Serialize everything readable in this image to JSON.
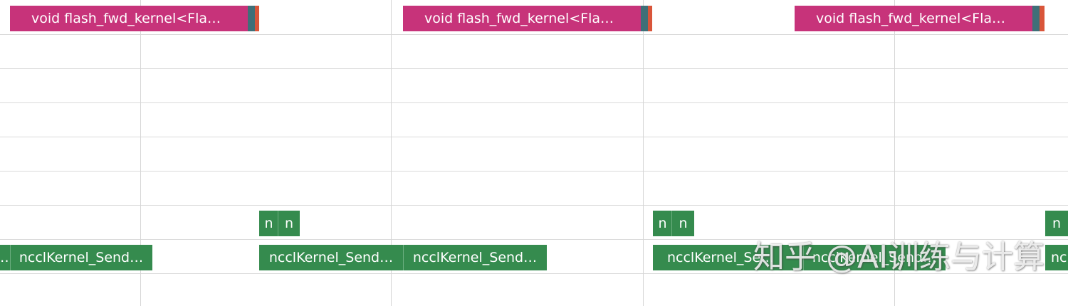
{
  "flash_row": {
    "color": "#c7337a",
    "slices": [
      {
        "label": "void flash_fwd_kernel<Flas…"
      },
      {
        "label": "void flash_fwd_kernel<Flas…"
      },
      {
        "label": "void flash_fwd_kernel<Flas…"
      }
    ]
  },
  "small_row": {
    "color": "#358b4e",
    "slices": [
      {
        "label": "n"
      },
      {
        "label": "n"
      },
      {
        "label": "n"
      },
      {
        "label": "n"
      },
      {
        "label": "n"
      }
    ]
  },
  "nccl_row": {
    "color": "#358b4e",
    "slices": [
      {
        "label": "…"
      },
      {
        "label": "ncclKernel_Send…"
      },
      {
        "label": "ncclKernel_Send…"
      },
      {
        "label": "ncclKernel_Send…"
      },
      {
        "label": "ncclKernel_Se…"
      },
      {
        "label": "ncclKernel_Send…"
      },
      {
        "label": "nc"
      }
    ]
  },
  "watermark": {
    "text": "知乎 @AI训练与计算"
  }
}
